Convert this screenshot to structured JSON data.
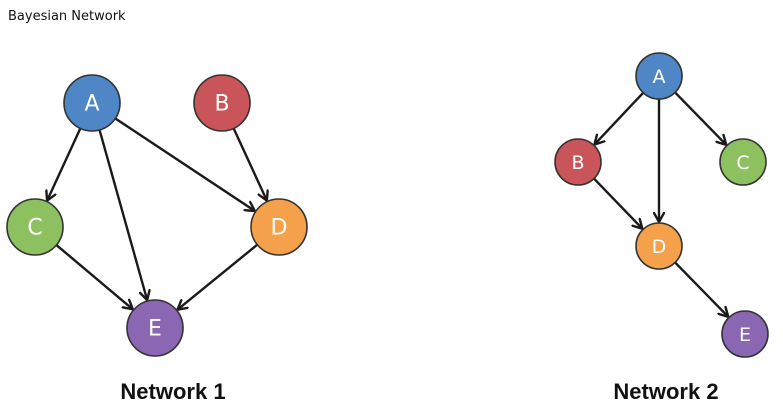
{
  "page": {
    "title": "Bayesian Network"
  },
  "colors": {
    "blue": "#4f86c6",
    "red": "#c9545a",
    "green": "#8dc15f",
    "orange": "#f5a04b",
    "purple": "#8b66b3",
    "edge": "#1a1a1a",
    "stroke": "#333333"
  },
  "networks": [
    {
      "caption": "Network 1",
      "nodes": [
        {
          "id": "A",
          "label": "A",
          "color": "blue"
        },
        {
          "id": "B",
          "label": "B",
          "color": "red"
        },
        {
          "id": "C",
          "label": "C",
          "color": "green"
        },
        {
          "id": "D",
          "label": "D",
          "color": "orange"
        },
        {
          "id": "E",
          "label": "E",
          "color": "purple"
        }
      ],
      "edges": [
        {
          "from": "A",
          "to": "C"
        },
        {
          "from": "A",
          "to": "E"
        },
        {
          "from": "A",
          "to": "D"
        },
        {
          "from": "B",
          "to": "D"
        },
        {
          "from": "C",
          "to": "E"
        },
        {
          "from": "D",
          "to": "E"
        }
      ]
    },
    {
      "caption": "Network 2",
      "nodes": [
        {
          "id": "A",
          "label": "A",
          "color": "blue"
        },
        {
          "id": "B",
          "label": "B",
          "color": "red"
        },
        {
          "id": "C",
          "label": "C",
          "color": "green"
        },
        {
          "id": "D",
          "label": "D",
          "color": "orange"
        },
        {
          "id": "E",
          "label": "E",
          "color": "purple"
        }
      ],
      "edges": [
        {
          "from": "A",
          "to": "B"
        },
        {
          "from": "A",
          "to": "D"
        },
        {
          "from": "A",
          "to": "C"
        },
        {
          "from": "B",
          "to": "D"
        },
        {
          "from": "D",
          "to": "E"
        }
      ]
    }
  ]
}
